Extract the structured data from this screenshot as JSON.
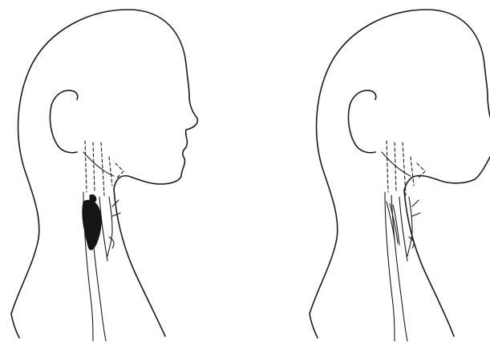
{
  "figure": {
    "panels": [
      {
        "id": "left",
        "description_name": "head-profile-left",
        "dark_shading": true
      },
      {
        "id": "right",
        "description_name": "head-profile-right",
        "dark_shading": false
      }
    ],
    "colors": {
      "background": "#ffffff",
      "line": "#1a1a1a",
      "shading": "#151515"
    }
  }
}
